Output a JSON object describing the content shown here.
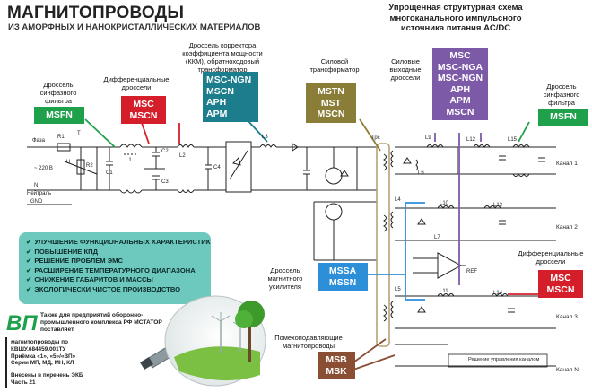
{
  "header": {
    "title": "МАГНИТОПРОВОДЫ",
    "subtitle": "ИЗ АМОРФНЫХ И НАНОКРИСТАЛЛИЧЕСКИХ МАТЕРИАЛОВ",
    "right_title": "Упрощенная структурная схема многоканального импульсного источника питания AC/DC"
  },
  "groups": {
    "sync_filter_left": {
      "label": "Дроссель синфазного фильтра",
      "materials": [
        "MSFN"
      ],
      "color": "#1fa04a"
    },
    "diff_left": {
      "label": "Дифференциальные дроссели",
      "materials": [
        "MSC",
        "MSCN"
      ],
      "color": "#d41f2b"
    },
    "pfc": {
      "label": "Дроссель корректора коэффициента мощности (ККМ), обратноходовый трансформатор",
      "materials": [
        "MSC-NGN",
        "MSCN",
        "APH",
        "APM"
      ],
      "color": "#1c7d8c"
    },
    "power_tr": {
      "label": "Силовой трансформатор",
      "materials": [
        "MSTN",
        "MST",
        "MSCN"
      ],
      "color": "#8a7d38"
    },
    "output_chokes": {
      "label": "Силовые выходные дроссели",
      "materials": [
        "MSC",
        "MSC-NGA",
        "MSC-NGN",
        "APH",
        "APM",
        "MSCN"
      ],
      "color": "#7d5aa8"
    },
    "sync_filter_right": {
      "label": "Дроссель синфазного фильтра",
      "materials": [
        "MSFN"
      ],
      "color": "#1fa04a"
    },
    "diff_right": {
      "label": "Дифференциальные дроссели",
      "materials": [
        "MSC",
        "MSCN"
      ],
      "color": "#d41f2b"
    },
    "mag_amp": {
      "label": "Дроссель магнитного усилителя",
      "materials": [
        "MSSA",
        "MSSN"
      ],
      "color": "#2d8fd8"
    },
    "emi": {
      "label": "Помехоподавляющие магнитопроводы",
      "materials": [
        "MSB",
        "MSK"
      ],
      "color": "#8a4e34"
    }
  },
  "benefits": [
    "УЛУЧШЕНИЕ ФУНКЦИОНАЛЬНЫХ ХАРАКТЕРИСТИК",
    "ПОВЫШЕНИЕ КПД",
    "РЕШЕНИЕ ПРОБЛЕМ ЭМС",
    "РАСШИРЕНИЕ ТЕМПЕРАТУРНОГО ДИАПАЗОНА",
    "СНИЖЕНИЕ ГАБАРИТОВ И МАССЫ",
    "ЭКОЛОГИЧЕСКИ ЧИСТОЕ ПРОИЗВОДСТВО"
  ],
  "vp": {
    "logo": "ВП",
    "note": "Также для предприятий оборонно-промышленного комплекса РФ МСТАТОР поставляет"
  },
  "info": [
    "магнитопроводы по",
    "КВШУ.684459.001ТУ",
    "Приёмка «1», «5»/«ВП»",
    "Серии МП, МД, МН, КЛ",
    "",
    "Внесены в перечень ЭКБ",
    "Часть 21"
  ],
  "circuit": {
    "phase": "Фаза",
    "voltage": "~ 220 В",
    "neutral": "Нейтраль",
    "gnd": "GND",
    "n": "N",
    "r1": "R1",
    "t": "T",
    "u": "U",
    "r2": "R2",
    "c1": "C1",
    "l1": "L1",
    "c2": "C2",
    "c3": "C3",
    "l2": "L2",
    "c4": "C4",
    "l3": "L3",
    "trs": "Трс",
    "ref": "REF",
    "coils": [
      "L4",
      "L5",
      "L6",
      "L7",
      "L9",
      "L10",
      "L11",
      "L12",
      "L13",
      "L14",
      "L15"
    ],
    "channels": [
      "Канал 1",
      "Канал 2",
      "Канал 3",
      "Канал N"
    ],
    "aux": "Решение управления каналом"
  }
}
